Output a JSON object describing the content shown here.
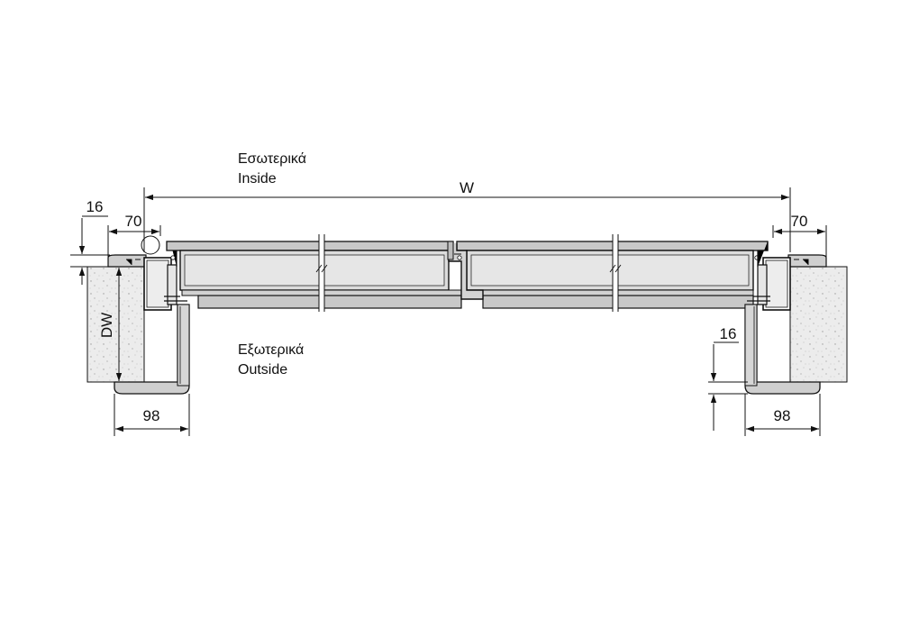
{
  "labels": {
    "inside_gr": "Εσωτερικά",
    "inside_en": "Inside",
    "outside_gr": "Εξωτερικά",
    "outside_en": "Outside"
  },
  "dimensions": {
    "width": "W",
    "depth": "DW",
    "left_overlap": "70",
    "right_overlap": "70",
    "left_offset": "16",
    "right_offset": "16",
    "left_frame": "98",
    "right_frame": "98"
  },
  "colors": {
    "wall_fill": "#ededed",
    "panel_fill": "#d2d2d2",
    "panel_light": "#e2e2e2",
    "frame_fill": "#c9c9c9",
    "line": "#111111"
  }
}
